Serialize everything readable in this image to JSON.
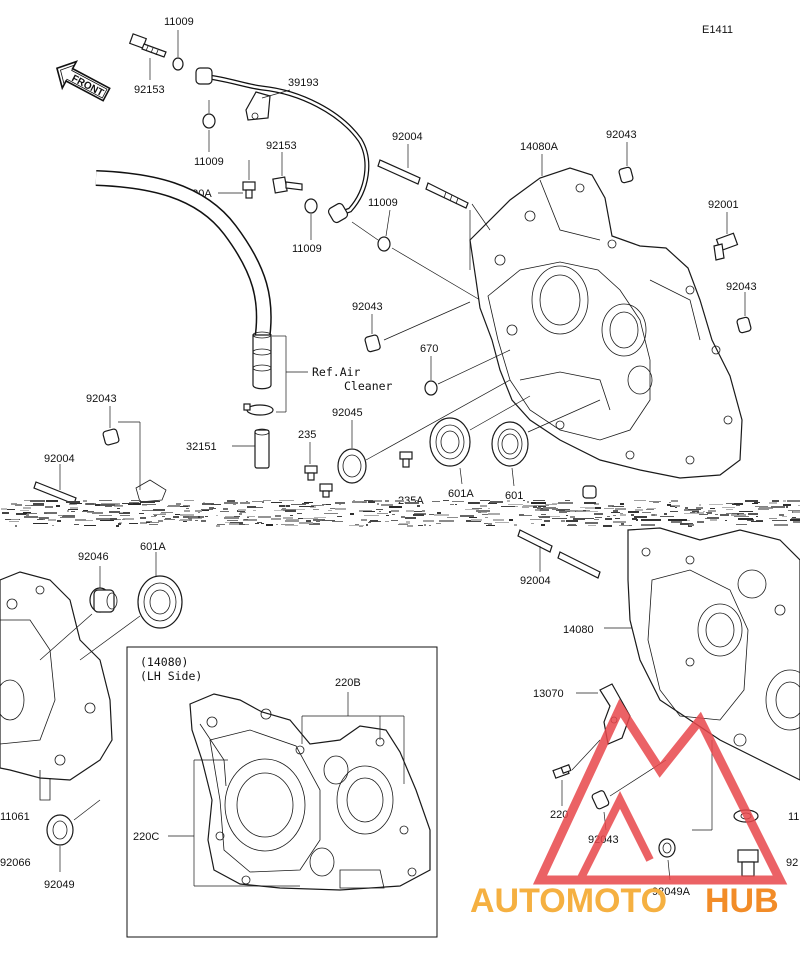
{
  "diagram_code": "E1411",
  "front_label": "FRONT",
  "ref_air_cleaner": [
    "Ref.Air",
    "Cleaner"
  ],
  "inset_title": [
    "(14080)",
    "(LH Side)"
  ],
  "watermark": {
    "text_a": "AUTOMOTO",
    "text_b": "HUB",
    "color_a": "#f5b041",
    "color_b": "#f28c28",
    "logo_color": "#e8474b"
  },
  "labels": {
    "l11009_a": "11009",
    "l92153_a": "92153",
    "l39193": "39193",
    "l11009_b": "11009",
    "l92153_b": "92153",
    "l220A": "220A",
    "l11009_c": "11009",
    "l11009_d": "11009",
    "l92004_a": "92004",
    "l14080A": "14080A",
    "l92043_a": "92043",
    "l92001": "92001",
    "l92043_b": "92043",
    "l92043_c": "92043",
    "l670": "670",
    "l92045": "92045",
    "l235": "235",
    "l235A": "235A",
    "l601A_a": "601A",
    "l601": "601",
    "l92043_d": "92043",
    "l32151": "32151",
    "l92004_b": "92004",
    "l92046": "92046",
    "l601A_b": "601A",
    "l92004_c": "92004",
    "l14080": "14080",
    "l13070": "13070",
    "l220B": "220B",
    "l220C": "220C",
    "l220": "220",
    "l92043_e": "92043",
    "l92049A": "92049A",
    "l11061": "11061",
    "l92066": "92066",
    "l92049": "92049",
    "l11_edge": "11",
    "l92_edge": "92"
  }
}
